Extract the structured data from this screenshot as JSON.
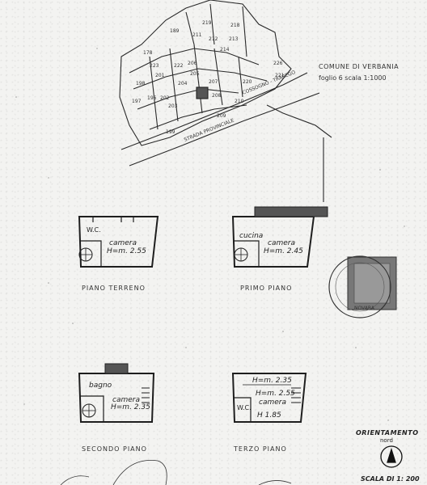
{
  "map": {
    "comune": "COMUNE DI VERBANIA",
    "foglio": "foglio 6  scala 1:1000",
    "street_1": "STRADA PROVINCIALE",
    "street_2": "COSSOGNO - TRAREGO",
    "parcels": [
      "189",
      "219",
      "218",
      "211",
      "226",
      "212",
      "213",
      "214",
      "178",
      "223",
      "198",
      "201",
      "202",
      "203",
      "204",
      "205",
      "206",
      "207",
      "208",
      "209",
      "210",
      "221",
      "197",
      "199",
      "196",
      "220",
      "222"
    ]
  },
  "floors": {
    "piano_terreno": {
      "title": "PIANO  TERRENO",
      "rooms": [
        "W.C.",
        "camera",
        "H=m. 2.55"
      ]
    },
    "primo_piano": {
      "title": "PRIMO  PIANO",
      "rooms": [
        "cucina",
        "camera",
        "H=m. 2.45"
      ]
    },
    "secondo_piano": {
      "title": "SECONDO  PIANO",
      "rooms": [
        "bagno",
        "camera",
        "H=m. 2.35"
      ]
    },
    "terzo_piano": {
      "title": "TERZO  PIANO",
      "rooms": [
        "H=m. 2.35",
        "H=m. 2.55",
        "camera",
        "W.C.",
        "H  1.85"
      ]
    }
  },
  "stamp": {
    "text": "NOVARA"
  },
  "legend": {
    "orientamento": "ORIENTAMENTO",
    "nord": "nord",
    "scala": "SCALA DI 1: 200"
  }
}
